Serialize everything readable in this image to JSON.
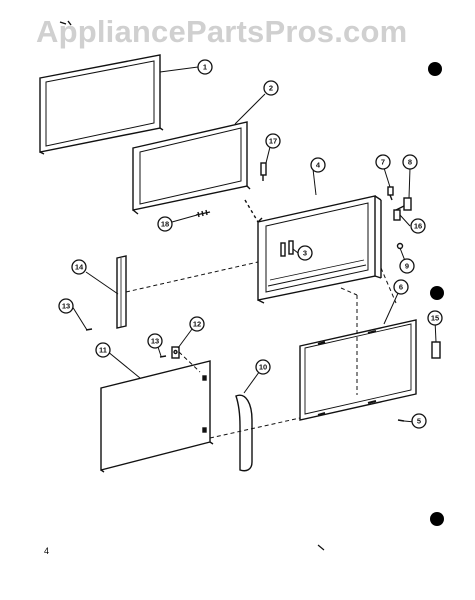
{
  "watermark": "AppliancePartsPros.com",
  "page_number": "4",
  "callouts": [
    "1",
    "2",
    "17",
    "4",
    "7",
    "8",
    "18",
    "16",
    "3",
    "9",
    "14",
    "13",
    "6",
    "12",
    "15",
    "13",
    "11",
    "10",
    "5"
  ]
}
